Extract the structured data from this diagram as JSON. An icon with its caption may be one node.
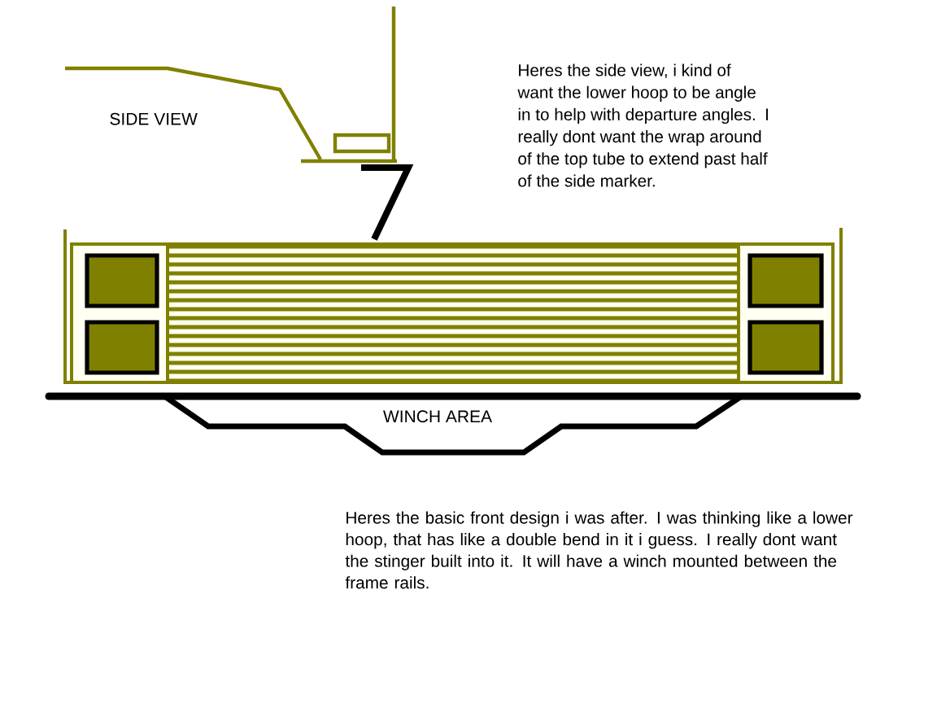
{
  "diagram": {
    "labels": [
      "SIDE VIEW",
      "Heres the side view, i kind of want the lower hoop to be angle in to help with departure angles. I really dont want the wrap around of the top tube to extend past half of the side marker.",
      "WINCH AREA",
      "Heres the basic front design i was after. I was thinking like a lower hoop, that has like a double bend in it i guess. I really dont want the stinger built into it. It will have a winch mounted between the frame rails."
    ]
  }
}
